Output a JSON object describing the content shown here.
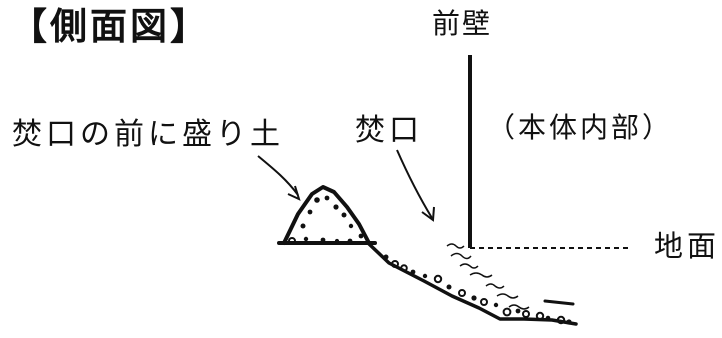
{
  "title": "【側面図】",
  "labels": {
    "front_wall": "前壁",
    "mound": "焚口の前に盛り土",
    "fire_mouth": "焚口",
    "interior": "（本体内部）",
    "ground": "地面"
  },
  "colors": {
    "ink": "#111111",
    "background": "#ffffff"
  }
}
